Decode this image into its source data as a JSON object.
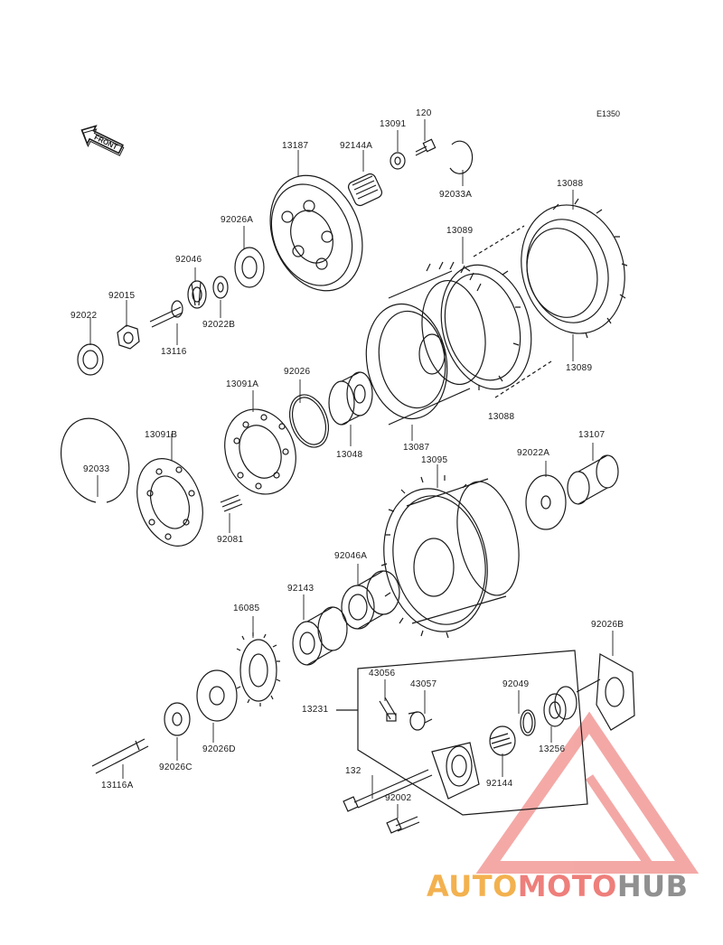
{
  "code": "E1350",
  "front_label": "FRONT",
  "labels": {
    "p13187": "13187",
    "p92144A": "92144A",
    "p13091": "13091",
    "p120": "120",
    "p92033A": "92033A",
    "p13088_top": "13088",
    "p92026A": "92026A",
    "p13089_top": "13089",
    "p92046": "92046",
    "p92015": "92015",
    "p92022": "92022",
    "p92022B": "92022B",
    "p13116": "13116",
    "p13089_bottom": "13089",
    "p13091A": "13091A",
    "p92026": "92026",
    "p13088_bottom": "13088",
    "p13091B": "13091B",
    "p13048": "13048",
    "p13087": "13087",
    "p13095": "13095",
    "p92022A": "92022A",
    "p13107": "13107",
    "p92033": "92033",
    "p92081": "92081",
    "p92046A": "92046A",
    "p92143": "92143",
    "p16085": "16085",
    "p92026B": "92026B",
    "p43056": "43056",
    "p43057": "43057",
    "p92049": "92049",
    "p13231": "13231",
    "p13256": "13256",
    "p92026D": "92026D",
    "p92026C": "92026C",
    "p132": "132",
    "p92144": "92144",
    "p92002": "92002",
    "p13116A": "13116A"
  },
  "watermark": {
    "part1": "AUTO",
    "part2": "MOTO",
    "part3": "HUB"
  },
  "colors": {
    "line": "#1a1a1a",
    "wm_yellow": "#f3b14f",
    "wm_red": "#ee7f7b",
    "wm_gray": "#909090"
  }
}
